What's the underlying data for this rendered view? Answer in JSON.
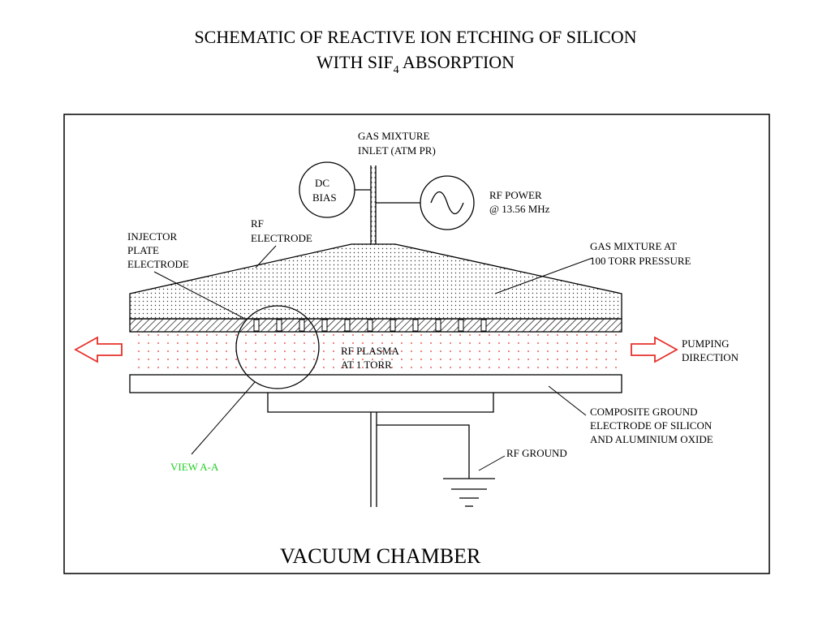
{
  "title_line1": "SCHEMATIC OF REACTIVE ION ETCHING OF SILICON",
  "title_line2_prefix": "WITH  SIF",
  "title_line2_sub": "4",
  "title_line2_suffix": " ABSORPTION",
  "labels": {
    "gas_inlet_1": "GAS MIXTURE",
    "gas_inlet_2": "INLET (ATM PR)",
    "dc_bias_1": "DC",
    "dc_bias_2": "BIAS",
    "rf_power_1": "RF POWER",
    "rf_power_2": "@ 13.56 MHz",
    "injector_1": "INJECTOR",
    "injector_2": "PLATE",
    "injector_3": "ELECTRODE",
    "rf_electrode_1": "RF",
    "rf_electrode_2": "ELECTRODE",
    "gas_at_1": "GAS MIXTURE AT",
    "gas_at_2": "100 TORR PRESSURE",
    "plasma_1": "RF PLASMA",
    "plasma_2": "AT 1 TORR",
    "pumping_1": "PUMPING",
    "pumping_2": "DIRECTION",
    "ground_elec_1": "COMPOSITE GROUND",
    "ground_elec_2": "ELECTRODE OF SILICON",
    "ground_elec_3": "AND ALUMINIUM OXIDE",
    "rf_ground": "RF GROUND",
    "view": "VIEW A-A",
    "chamber": "VACUUM CHAMBER"
  },
  "colors": {
    "arrow": "#e8302a",
    "plasma_dots": "#e8302a",
    "view_label": "#22cc22",
    "line": "#000000"
  }
}
